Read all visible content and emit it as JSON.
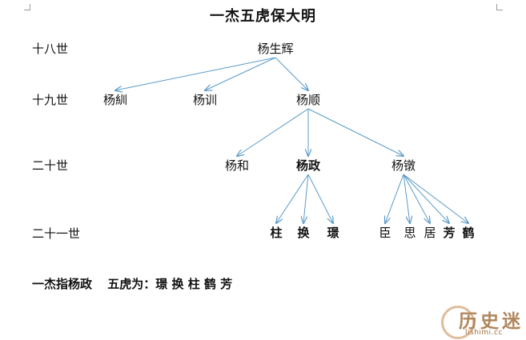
{
  "title": "一杰五虎保大明",
  "generations": [
    "十八世",
    "十九世",
    "二十世",
    "二十一世"
  ],
  "nodes": [
    {
      "id": "n18",
      "name": "杨生辉",
      "gen": 0,
      "bold": false
    },
    {
      "id": "n19a",
      "name": "杨紃",
      "gen": 1,
      "bold": false
    },
    {
      "id": "n19b",
      "name": "杨训",
      "gen": 1,
      "bold": false
    },
    {
      "id": "n19c",
      "name": "杨顺",
      "gen": 1,
      "bold": false
    },
    {
      "id": "n20a",
      "name": "杨和",
      "gen": 2,
      "bold": false
    },
    {
      "id": "n20b",
      "name": "杨政",
      "gen": 2,
      "bold": true
    },
    {
      "id": "n20c",
      "name": "杨镦",
      "gen": 2,
      "bold": false
    },
    {
      "id": "n21a",
      "name": "柱",
      "gen": 3,
      "bold": true
    },
    {
      "id": "n21b",
      "name": "换",
      "gen": 3,
      "bold": true
    },
    {
      "id": "n21c",
      "name": "璟",
      "gen": 3,
      "bold": true
    },
    {
      "id": "n21d",
      "name": "臣",
      "gen": 3,
      "bold": false
    },
    {
      "id": "n21e",
      "name": "思",
      "gen": 3,
      "bold": false
    },
    {
      "id": "n21f",
      "name": "居",
      "gen": 3,
      "bold": false
    },
    {
      "id": "n21g",
      "name": "芳",
      "gen": 3,
      "bold": true
    },
    {
      "id": "n21h",
      "name": "鹤",
      "gen": 3,
      "bold": true
    }
  ],
  "edges": [
    [
      "n18",
      "n19a"
    ],
    [
      "n18",
      "n19b"
    ],
    [
      "n18",
      "n19c"
    ],
    [
      "n19c",
      "n20a"
    ],
    [
      "n19c",
      "n20b"
    ],
    [
      "n19c",
      "n20c"
    ],
    [
      "n20b",
      "n21a"
    ],
    [
      "n20b",
      "n21b"
    ],
    [
      "n20b",
      "n21c"
    ],
    [
      "n20c",
      "n21d"
    ],
    [
      "n20c",
      "n21e"
    ],
    [
      "n20c",
      "n21f"
    ],
    [
      "n20c",
      "n21g"
    ],
    [
      "n20c",
      "n21h"
    ]
  ],
  "summary": {
    "label": "一杰指杨政",
    "text": "五虎为：璟 换 柱 鹤 芳"
  },
  "watermark": {
    "text": "历史迷",
    "url": "lishimi.cc"
  },
  "colors": {
    "edge": "#5b9bc8",
    "text": "#111111"
  }
}
